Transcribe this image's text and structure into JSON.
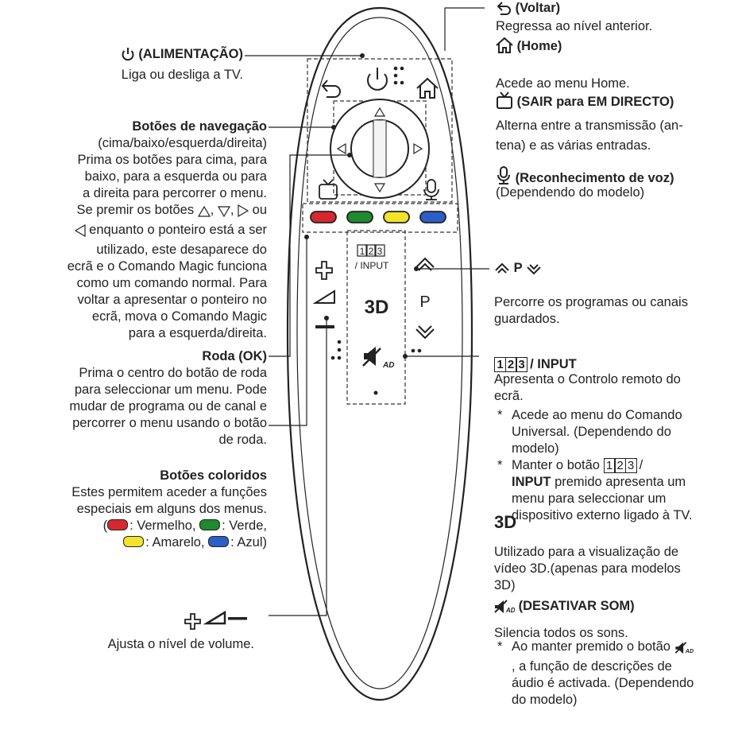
{
  "remote": {
    "digits": "1|2|3",
    "input_key": "/ INPUT",
    "p_key": "P",
    "3d_key": "3D",
    "ad_key": "AD"
  },
  "left": {
    "power": {
      "title": "(ALIMENTAÇÃO)",
      "desc": "Liga ou desliga a TV."
    },
    "nav": {
      "title": "Botões de navegação",
      "desc_lines": [
        "(cima/baixo/esquerda/direita)",
        "Prima os botões para cima, para",
        "baixo, para a esquerda ou para",
        "a direita para percorrer o menu.",
        "Se premir os botões",
        "ou",
        "enquanto o ponteiro está a ser",
        "utilizado, este desaparece do",
        "ecrã e o Comando Magic funciona",
        "como um comando normal. Para",
        "voltar a apresentar o ponteiro no",
        "ecrã, mova o Comando Magic",
        "para a esquerda/direita."
      ]
    },
    "wheel": {
      "title": "Roda (OK)",
      "desc_lines": [
        "Prima o centro do botão de roda",
        "para seleccionar um menu. Pode",
        "mudar de programa ou de canal e",
        "percorrer o menu usando o botão",
        "de roda."
      ]
    },
    "colors": {
      "title": "Botões coloridos",
      "desc_lines": [
        "Estes permitem aceder a funções",
        "especiais em alguns dos menus."
      ],
      "open": "(",
      "red": ": Vermelho,",
      "green": ": Verde,",
      "yellow": ": Amarelo,",
      "blue": ": Azul)",
      "red_color": "#d6282f",
      "green_color": "#1f8a2e",
      "yellow_color": "#f3e32b",
      "blue_color": "#2b5fc8"
    },
    "volume": {
      "desc": "Ajusta o nível de volume."
    }
  },
  "right": {
    "back": {
      "title": "(Voltar)",
      "desc": "Regressa ao nível anterior."
    },
    "home": {
      "title": "(Home)",
      "desc": "Acede ao menu Home."
    },
    "live": {
      "title": "(SAIR para EM DIRECTO)",
      "desc_lines": [
        "Alterna entre a transmissão (an-",
        "tena) e as várias entradas."
      ]
    },
    "voice": {
      "title": "(Reconhecimento de voz)",
      "desc": "(Dependendo do modelo)"
    },
    "prog": {
      "p": "P",
      "desc_lines": [
        "Percorre os programas ou canais",
        "guardados."
      ]
    },
    "input": {
      "title": "/ INPUT",
      "desc_lines": [
        "Apresenta o Controlo remoto do",
        "ecrã."
      ],
      "note1_lines": [
        "Acede ao menu do Comando",
        "Universal. (Dependendo do",
        "modelo)"
      ],
      "note2_a": "Manter o botão",
      "note2_b": " /",
      "note2_bold": "INPUT",
      "note2_c": " premido apresenta um",
      "note2_rest": [
        "menu para seleccionar um",
        "dispositivo externo ligado à TV."
      ]
    },
    "threed": {
      "desc_lines": [
        "Utilizado para a visualização de",
        "vídeo 3D.(apenas para modelos",
        "3D)"
      ]
    },
    "mute": {
      "title": "(DESATIVAR SOM)",
      "desc": "Silencia todos os sons.",
      "note_a": "Ao manter premido o botão",
      "note_rest": [
        ", a função de descrições de",
        "áudio é activada. (Dependendo",
        "do modelo)"
      ]
    }
  }
}
